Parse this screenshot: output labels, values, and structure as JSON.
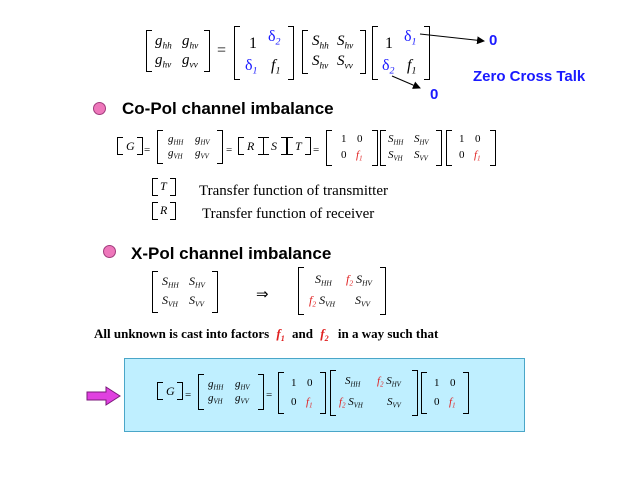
{
  "top_equation": {
    "g11": "g",
    "g11_sub": "hh",
    "g12": "g",
    "g12_sub": "hv",
    "g21": "g",
    "g21_sub": "hv",
    "g22": "g",
    "g22_sub": "vv",
    "eq": "=",
    "rx_11": "1",
    "rx_12": "δ",
    "rx_12_sub": "2",
    "rx_21": "δ",
    "rx_21_sub": "1",
    "rx_22": "f",
    "rx_22_sub": "1",
    "s11": "S",
    "s11_sub": "hh",
    "s12": "S",
    "s12_sub": "hv",
    "s21": "S",
    "s21_sub": "hv",
    "s22": "S",
    "s22_sub": "vv",
    "tx_11": "1",
    "tx_12": "δ",
    "tx_12_sub": "1",
    "tx_21": "δ",
    "tx_21_sub": "2",
    "tx_22": "f",
    "tx_22_sub": "1",
    "zero_right": "0",
    "zero_below": "0",
    "zero_cross_talk": "Zero Cross Talk"
  },
  "copol": {
    "heading": "Co-Pol channel imbalance",
    "G": "G",
    "eq1": "=",
    "g11": "g",
    "g11_sub": "HH",
    "g12": "g",
    "g12_sub": "HV",
    "g21": "g",
    "g21_sub": "VH",
    "g22": "g",
    "g22_sub": "VV",
    "eq2": "=",
    "R": "R",
    "S": "S",
    "T": "T",
    "eq3": "=",
    "r11": "1",
    "r12": "0",
    "r21": "0",
    "r22": "f",
    "r22_sub": "1",
    "s11": "S",
    "s11_sub": "HH",
    "s12": "S",
    "s12_sub": "HV",
    "s21": "S",
    "s21_sub": "VH",
    "s22": "S",
    "s22_sub": "VV",
    "t11": "1",
    "t12": "0",
    "t21": "0",
    "t22": "f",
    "t22_sub": "1"
  },
  "legend": {
    "T": "T",
    "T_text": "Transfer function of transmitter",
    "R": "R",
    "R_text": "Transfer function of receiver"
  },
  "xpol": {
    "heading": "X-Pol channel imbalance",
    "a11": "S",
    "a11_sub": "HH",
    "a12": "S",
    "a12_sub": "HV",
    "a21": "S",
    "a21_sub": "VH",
    "a22": "S",
    "a22_sub": "VV",
    "arrow": "⇒",
    "b11": "S",
    "b11_sub": "HH",
    "b12_f": "f",
    "b12_f_sub": "2",
    "b12": "S",
    "b12_sub": "HV",
    "b21_f": "f",
    "b21_f_sub": "2",
    "b21": "S",
    "b21_sub": "VH",
    "b22": "S",
    "b22_sub": "VV"
  },
  "statement": {
    "text1": "All unknown is cast into factors",
    "f1": "f",
    "f1_sub": "1",
    "and": "and",
    "f2": "f",
    "f2_sub": "2",
    "text2": "in a way such that"
  },
  "final": {
    "G": "G",
    "eq1": "=",
    "g11": "g",
    "g11_sub": "HH",
    "g12": "g",
    "g12_sub": "HV",
    "g21": "g",
    "g21_sub": "VH",
    "g22": "g",
    "g22_sub": "VV",
    "eq2": "=",
    "r11": "1",
    "r12": "0",
    "r21": "0",
    "r22": "f",
    "r22_sub": "1",
    "s11": "S",
    "s11_sub": "HH",
    "s12_f": "f",
    "s12_f_sub": "2",
    "s12": "S",
    "s12_sub": "HV",
    "s21_f": "f",
    "s21_f_sub": "2",
    "s21": "S",
    "s21_sub": "VH",
    "s22": "S",
    "s22_sub": "VV",
    "t11": "1",
    "t12": "0",
    "t21": "0",
    "t22": "f",
    "t22_sub": "1"
  },
  "colors": {
    "blue": "#1a1aff",
    "red": "#e02020",
    "bullet": "#ee77bb",
    "box": "#bfefff",
    "arrow": "#e040e0"
  }
}
